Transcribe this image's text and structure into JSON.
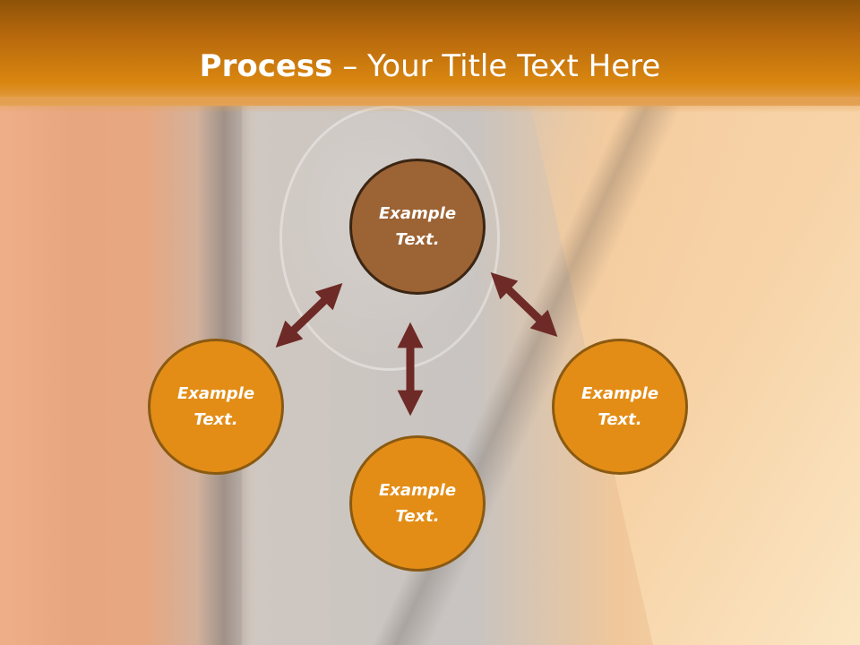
{
  "title": {
    "bold": "Process",
    "separator": " – ",
    "rest": "Your Title Text Here"
  },
  "nodes": {
    "center": {
      "line1": "Example",
      "line2": "Text."
    },
    "left": {
      "line1": "Example",
      "line2": "Text."
    },
    "bottom": {
      "line1": "Example",
      "line2": "Text."
    },
    "right": {
      "line1": "Example",
      "line2": "Text."
    }
  },
  "colors": {
    "header": "#d98610",
    "center_node": "#9c6334",
    "outer_node": "#e38d17",
    "arrow": "#6e2a26"
  }
}
